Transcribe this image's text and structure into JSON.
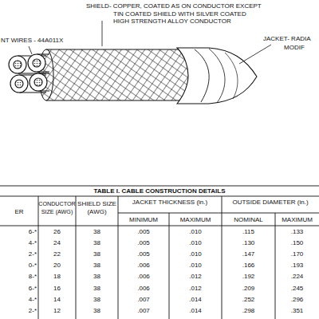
{
  "diagram": {
    "title": "TABLE I. CABLE CONSTRUCTION DETAILS",
    "labels": [
      "SHIELD- COPPER, COATED AS ON CONDUCTOR EXCEPT TIN COATED SHIELD WITH SILVER COATED HIGH STRENGTH ALLOY CONDUCTOR",
      "NT WIRES - 44A011X",
      "JACKET- RADIA",
      "MODIF",
      "ER",
      "CONDUCTOR SIZE (AWG)",
      "SHIELD SIZE (AWG)",
      "JACKET THICKNESS (in.)",
      "MINIMUM",
      "MAXIMUM",
      "OUTSIDE DIAMETER (in.)",
      "NOMINAL",
      "MAXIMUM",
      "6-*",
      "26",
      "38",
      ".005",
      ".010",
      ".115",
      ".133",
      "4-*",
      "24",
      "38",
      ".005",
      ".010",
      ".130",
      ".150",
      "2-*",
      "22",
      "38",
      ".005",
      ".010",
      ".147",
      ".170",
      "0-*",
      "20",
      "38",
      ".006",
      ".010",
      ".166",
      ".193",
      "8-*",
      "18",
      "38",
      ".006",
      ".012",
      ".192",
      ".224",
      "6-*",
      "16",
      "38",
      ".006",
      ".012",
      ".209",
      ".245",
      "4-*",
      "14",
      "38",
      ".007",
      ".014",
      ".252",
      ".296",
      "2-*",
      "12",
      "38",
      ".007",
      ".014",
      ".298",
      ".351"
    ]
  }
}
